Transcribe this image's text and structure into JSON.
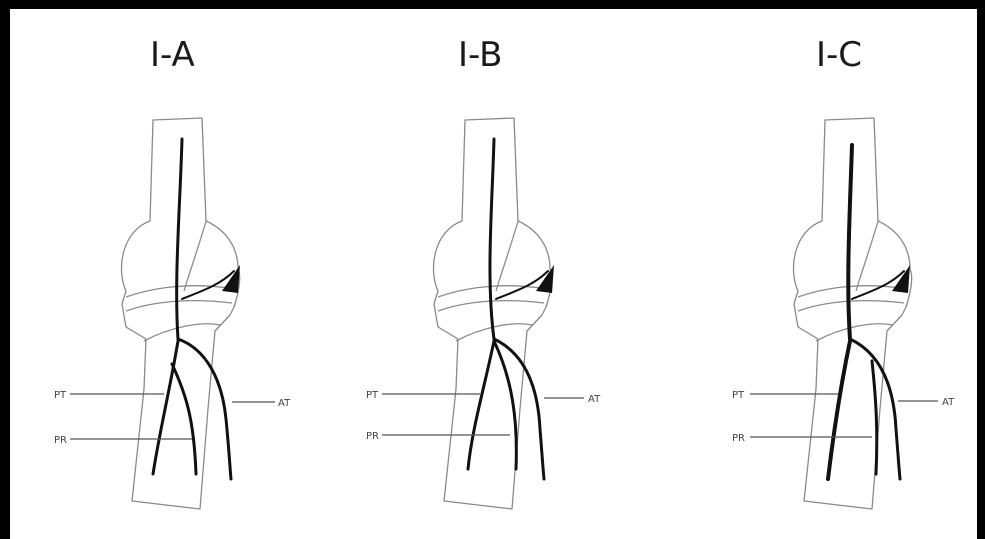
{
  "panels": [
    {
      "id": "a",
      "title": "I-A",
      "labels": {
        "pt": "PT",
        "pr": "PR",
        "at": "AT"
      }
    },
    {
      "id": "b",
      "title": "I-B",
      "labels": {
        "pt": "PT",
        "pr": "PR",
        "at": "AT"
      }
    },
    {
      "id": "c",
      "title": "I-C",
      "labels": {
        "pt": "PT",
        "pr": "PR",
        "at": "AT"
      }
    }
  ]
}
